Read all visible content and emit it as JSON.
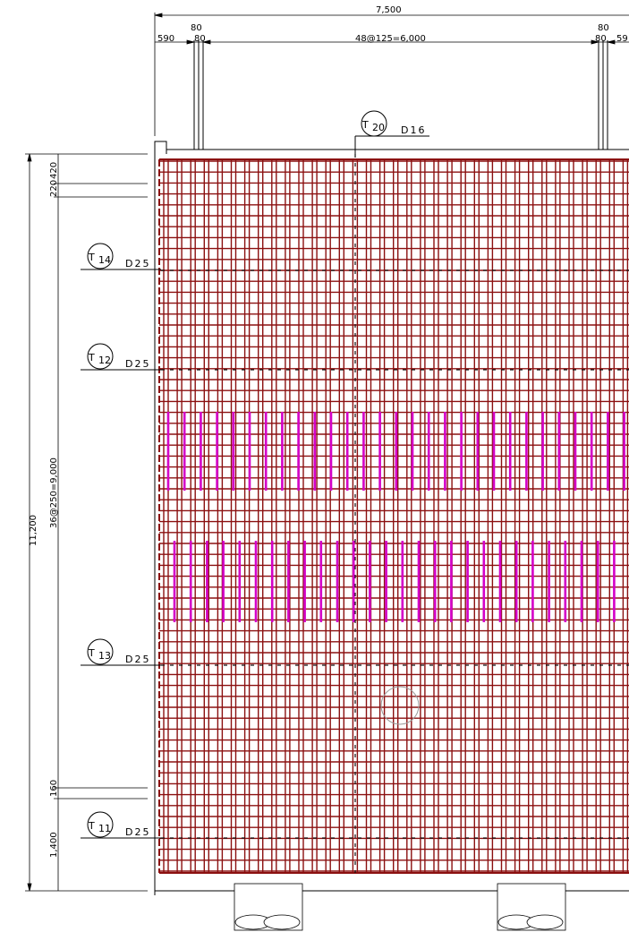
{
  "colors": {
    "rebar": "#8b1010",
    "highlight_bars": "#d400c8",
    "line": "#000000",
    "background": "#ffffff"
  },
  "dimensions_top": {
    "total": "7,500",
    "left_edge": "590",
    "left_gap_top": "80",
    "left_gap_bottom": "80",
    "spacing": "48@125=6,000",
    "right_gap_top": "80",
    "right_gap_bottom": "80",
    "right_edge": "59"
  },
  "dimensions_left": {
    "total": "11,200",
    "top_a": "220",
    "top_b": "420",
    "spacing": "36@250=9,000",
    "bottom_a": "160",
    "bottom_b": "1,400"
  },
  "callouts": [
    {
      "id": "T",
      "sub": "20",
      "size": "D16"
    },
    {
      "id": "T",
      "sub": "14",
      "size": "D25"
    },
    {
      "id": "T",
      "sub": "12",
      "size": "D25"
    },
    {
      "id": "T",
      "sub": "13",
      "size": "D25"
    },
    {
      "id": "T",
      "sub": "11",
      "size": "D25"
    }
  ]
}
